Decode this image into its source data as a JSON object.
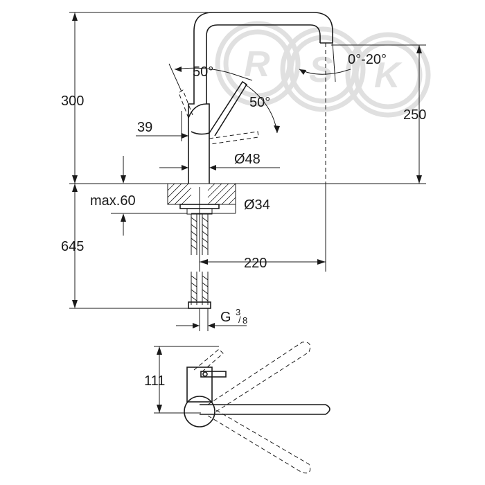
{
  "watermark": {
    "letters": [
      "R",
      "S",
      "K"
    ]
  },
  "dimensions": {
    "height_total": "300",
    "spout_height": "250",
    "lever_angle_back": "50°",
    "lever_angle_side": "50°",
    "spout_tilt": "0°-20°",
    "lever_offset": "39",
    "body_diameter": "Ø48",
    "deck_thickness_max": "max.60",
    "hole_diameter": "Ø34",
    "hose_length": "645",
    "spout_reach": "220",
    "connection_prefix": "G",
    "connection_num": "3",
    "connection_den": "8",
    "top_view_depth": "111"
  },
  "colors": {
    "line": "#1a1a1a",
    "watermark": "#e0e0e0"
  }
}
